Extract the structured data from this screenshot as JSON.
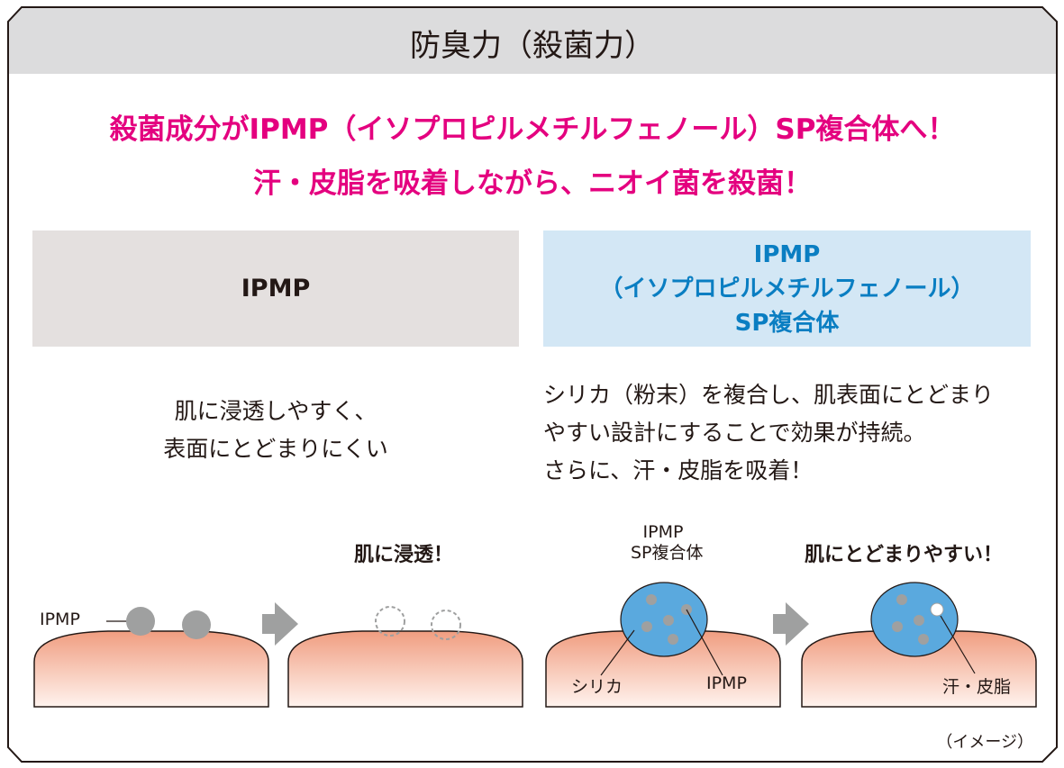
{
  "title": "防臭力（殺菌力）",
  "headline": {
    "line1": "殺菌成分がIPMP（イソプロピルメチルフェノール）SP複合体へ！",
    "line2": "汗・皮脂を吸着しながら、ニオイ菌を殺菌！"
  },
  "left_panel": {
    "heading": "IPMP",
    "description_line1": "肌に浸透しやすく、",
    "description_line2": "表面にとどまりにくい",
    "step_label": "肌に浸透！",
    "ingredient_label": "IPMP"
  },
  "right_panel": {
    "heading_line1": "IPMP",
    "heading_line2": "（イソプロピルメチルフェノール）",
    "heading_line3": "SP複合体",
    "description_line1": "シリカ（粉末）を複合し、肌表面にとどまり",
    "description_line2": "やすい設計にすることで効果が持続。",
    "description_line3": "さらに、汗・皮脂を吸着！",
    "complex_label_line1": "IPMP",
    "complex_label_line2": "SP複合体",
    "silica_label": "シリカ",
    "ipmp_label": "IPMP",
    "step_label": "肌にとどまりやすい！",
    "sebum_label": "汗・皮脂"
  },
  "note": "（イメージ）",
  "colors": {
    "accent_pink": "#e4007f",
    "accent_blue": "#0a7ec2",
    "complex_blue": "#5aa9de",
    "particle_gray": "#9fa0a0",
    "skin_top": "#f09d80",
    "skin_bottom": "#fde7de",
    "arrow_gray": "#9fa0a0",
    "title_band": "#dcdcdd"
  }
}
